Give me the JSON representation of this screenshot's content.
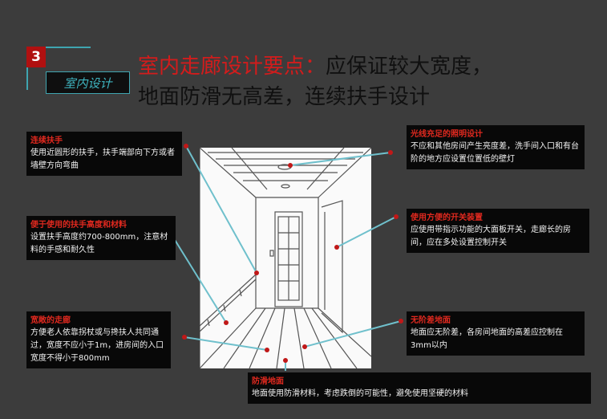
{
  "badge": {
    "number": "3",
    "label": "室内设计"
  },
  "title": {
    "line1_red": "室内走廊设计要点：",
    "line1_dark": "应保证较大宽度，",
    "line2_dark": "地面防滑无高差，连续扶手设计"
  },
  "callouts": {
    "handrail": {
      "heading": "连续扶手",
      "body": "使用近圆形的扶手，扶手端部向下方或者墙壁方向弯曲"
    },
    "height_material": {
      "heading": "便于使用的扶手高度和材料",
      "body": "设置扶手高度约700-800mm，注意材料的手感和耐久性"
    },
    "wide_corridor": {
      "heading": "宽敞的走廊",
      "body": "方便老人依靠拐杖或与搀扶人共同通过，宽度不应小于1m，进房间的入口宽度不得小于800mm"
    },
    "lighting": {
      "heading": "光线充足的照明设计",
      "body": "不应和其他房间产生亮度差，洗手间入口和有台阶的地方应设置位置低的壁灯"
    },
    "switch": {
      "heading": "使用方便的开关装置",
      "body": "应使用带指示功能的大面板开关，走廊长的房间，应在多处设置控制开关"
    },
    "no_step": {
      "heading": "无阶差地面",
      "body": "地面应无阶差，各房间地面的高差应控制在3mm以内"
    },
    "anti_slip": {
      "heading": "防滑地面",
      "body": "地面使用防滑材料，考虑跌倒的可能性，避免使用坚硬的材料"
    }
  },
  "colors": {
    "background": "#3c3c3c",
    "accent_red": "#d21c1c",
    "accent_teal": "#3fa5b0",
    "box": "#080808"
  }
}
